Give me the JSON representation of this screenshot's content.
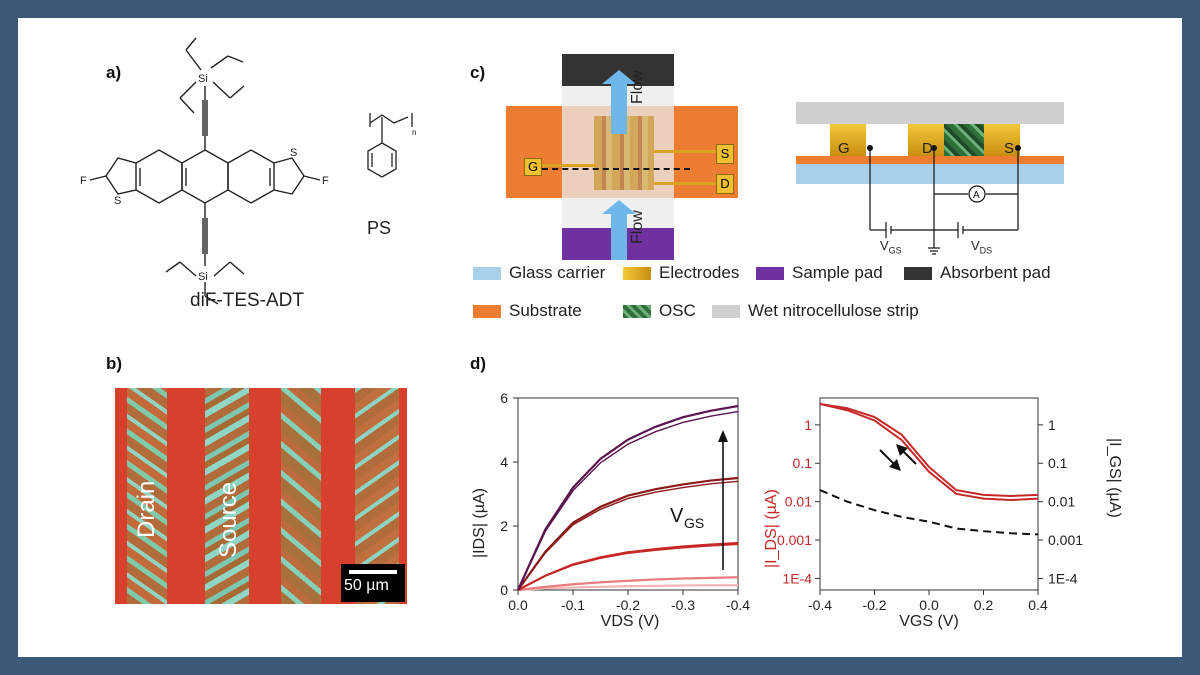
{
  "panels": {
    "a": {
      "label": "a)",
      "molecule_name": "diF-TES-ADT",
      "polymer_name": "PS",
      "atoms": {
        "si": "Si",
        "s": "S",
        "f": "F",
        "n": "n"
      }
    },
    "b": {
      "label": "b)",
      "drain": "Drain",
      "source": "Source",
      "scalebar": "50 µm"
    },
    "c": {
      "label": "c)",
      "flow": "Flow",
      "electrodes": {
        "g": "G",
        "d": "D",
        "s": "S"
      },
      "ammeter": "A",
      "vgs": {
        "main": "V",
        "sub": "GS"
      },
      "vds": {
        "main": "V",
        "sub": "DS"
      },
      "legend": [
        {
          "label": "Glass carrier",
          "color": "#a9d0ea"
        },
        {
          "label": "Electrodes",
          "color": "#d9a520"
        },
        {
          "label": "Sample pad",
          "color": "#7030a0"
        },
        {
          "label": "Absorbent pad",
          "color": "#333333"
        },
        {
          "label": "Substrate",
          "color": "#ed7d31"
        },
        {
          "label": "OSC",
          "color": "#3a8a4a"
        },
        {
          "label": "Wet nitrocellulose strip",
          "color": "#cfcfcf"
        }
      ]
    },
    "d": {
      "label": "d)",
      "output": {
        "ylabel_main": "|I",
        "ylabel_sub": "DS",
        "ylabel_unit": "| (µA)",
        "xlabel_main": "V",
        "xlabel_sub": "DS",
        "xlabel_unit": " (V)",
        "arrow_label_main": "V",
        "arrow_label_sub": "GS"
      },
      "transfer": {
        "ylabel_left": "|I_DS| (µA)",
        "ylabel_right": "|I_GS| (µA)",
        "xlabel_main": "V",
        "xlabel_sub": "GS",
        "xlabel_unit": " (V)"
      }
    }
  },
  "chart_data": [
    {
      "type": "line",
      "x": [
        0,
        -0.05,
        -0.1,
        -0.15,
        -0.2,
        -0.25,
        -0.3,
        -0.35,
        -0.4
      ],
      "xlim": [
        0,
        -0.4
      ],
      "ylim": [
        0,
        6
      ],
      "xticks": [
        "0.0",
        "-0.1",
        "-0.2",
        "-0.3",
        "-0.4"
      ],
      "yticks": [
        "0",
        "2",
        "4",
        "6"
      ],
      "series": [
        {
          "color": "#f4b6b6",
          "values": [
            0,
            0.05,
            0.08,
            0.1,
            0.12,
            0.13,
            0.14,
            0.15,
            0.15
          ]
        },
        {
          "color": "#e87c7c",
          "values": [
            0,
            0.1,
            0.18,
            0.24,
            0.29,
            0.33,
            0.36,
            0.38,
            0.4
          ]
        },
        {
          "color": "#c62828",
          "values": [
            0,
            0.45,
            0.8,
            1.02,
            1.18,
            1.28,
            1.36,
            1.42,
            1.47
          ]
        },
        {
          "color": "#8b1a1a",
          "values": [
            0,
            1.2,
            2.1,
            2.6,
            2.95,
            3.15,
            3.3,
            3.42,
            3.5
          ]
        },
        {
          "color": "#5a1550",
          "values": [
            0,
            1.9,
            3.2,
            4.1,
            4.7,
            5.1,
            5.4,
            5.6,
            5.75
          ]
        }
      ]
    },
    {
      "type": "line",
      "x": [
        -0.4,
        -0.3,
        -0.2,
        -0.1,
        0,
        0.1,
        0.2,
        0.3,
        0.4
      ],
      "xlim": [
        -0.4,
        0.4
      ],
      "ylim_log": [
        5e-05,
        5
      ],
      "xticks": [
        "-0.4",
        "-0.2",
        "0.0",
        "0.2",
        "0.4"
      ],
      "yticks": [
        "1",
        "0.1",
        "0.01",
        "0.001",
        "1E-4"
      ],
      "series": [
        {
          "name_hint": "I_DS forward",
          "color": "#c62828",
          "values": [
            3.5,
            2.4,
            1.3,
            0.4,
            0.06,
            0.016,
            0.012,
            0.011,
            0.012
          ]
        },
        {
          "name_hint": "I_DS reverse",
          "color": "#c62828",
          "values": [
            3.5,
            2.7,
            1.6,
            0.55,
            0.08,
            0.02,
            0.015,
            0.014,
            0.015
          ]
        },
        {
          "name_hint": "I_GS",
          "color": "#111111",
          "dashed": true,
          "values": [
            0.02,
            0.01,
            0.006,
            0.004,
            0.003,
            0.002,
            0.0017,
            0.0015,
            0.0014
          ]
        }
      ]
    }
  ]
}
